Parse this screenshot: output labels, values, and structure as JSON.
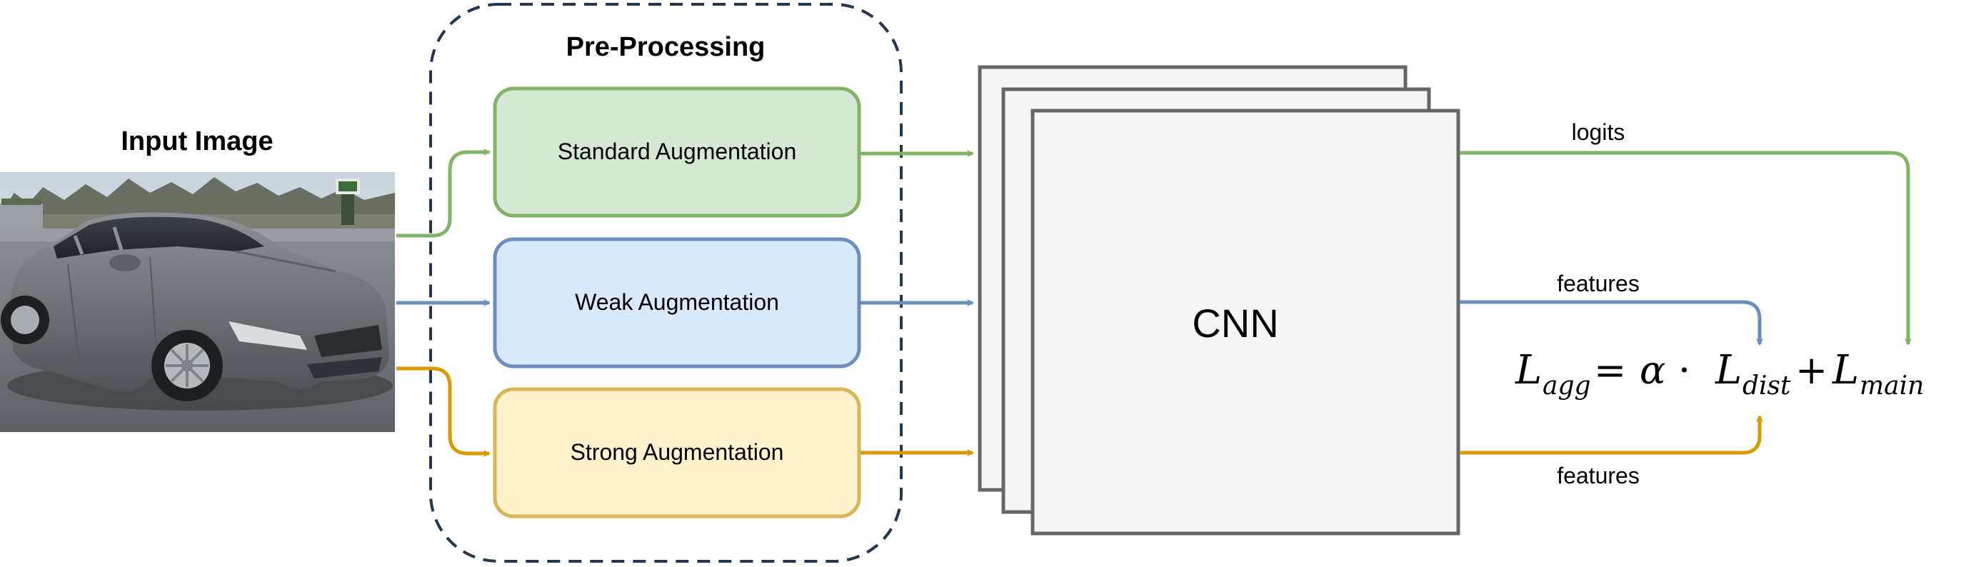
{
  "input": {
    "title": "Input Image"
  },
  "preprocessing": {
    "title": "Pre-Processing",
    "boxes": [
      {
        "label": "Standard Augmentation",
        "fill": "#d5e8d4",
        "stroke": "#82b366"
      },
      {
        "label": "Weak Augmentation",
        "fill": "#dae8fc",
        "stroke": "#6c8ebf"
      },
      {
        "label": "Strong Augmentation",
        "fill": "#fff2cc",
        "stroke": "#d6b656"
      }
    ]
  },
  "model": {
    "label": "CNN"
  },
  "outputs": {
    "logits_label": "logits",
    "features_top_label": "features",
    "features_bottom_label": "features"
  },
  "loss": {
    "L": "L",
    "agg": "agg",
    "equals": "=",
    "alpha": "α",
    "dot": "·",
    "dist": "dist",
    "plus": "+",
    "main": "main"
  },
  "colors": {
    "green": "#82b366",
    "blue": "#6c8ebf",
    "yellow": "#d79b00",
    "dashed_border": "#23374f",
    "cnn_fill": "#f5f5f5",
    "cnn_stroke": "#666666"
  },
  "image": {
    "description_icon": "car-photo"
  }
}
